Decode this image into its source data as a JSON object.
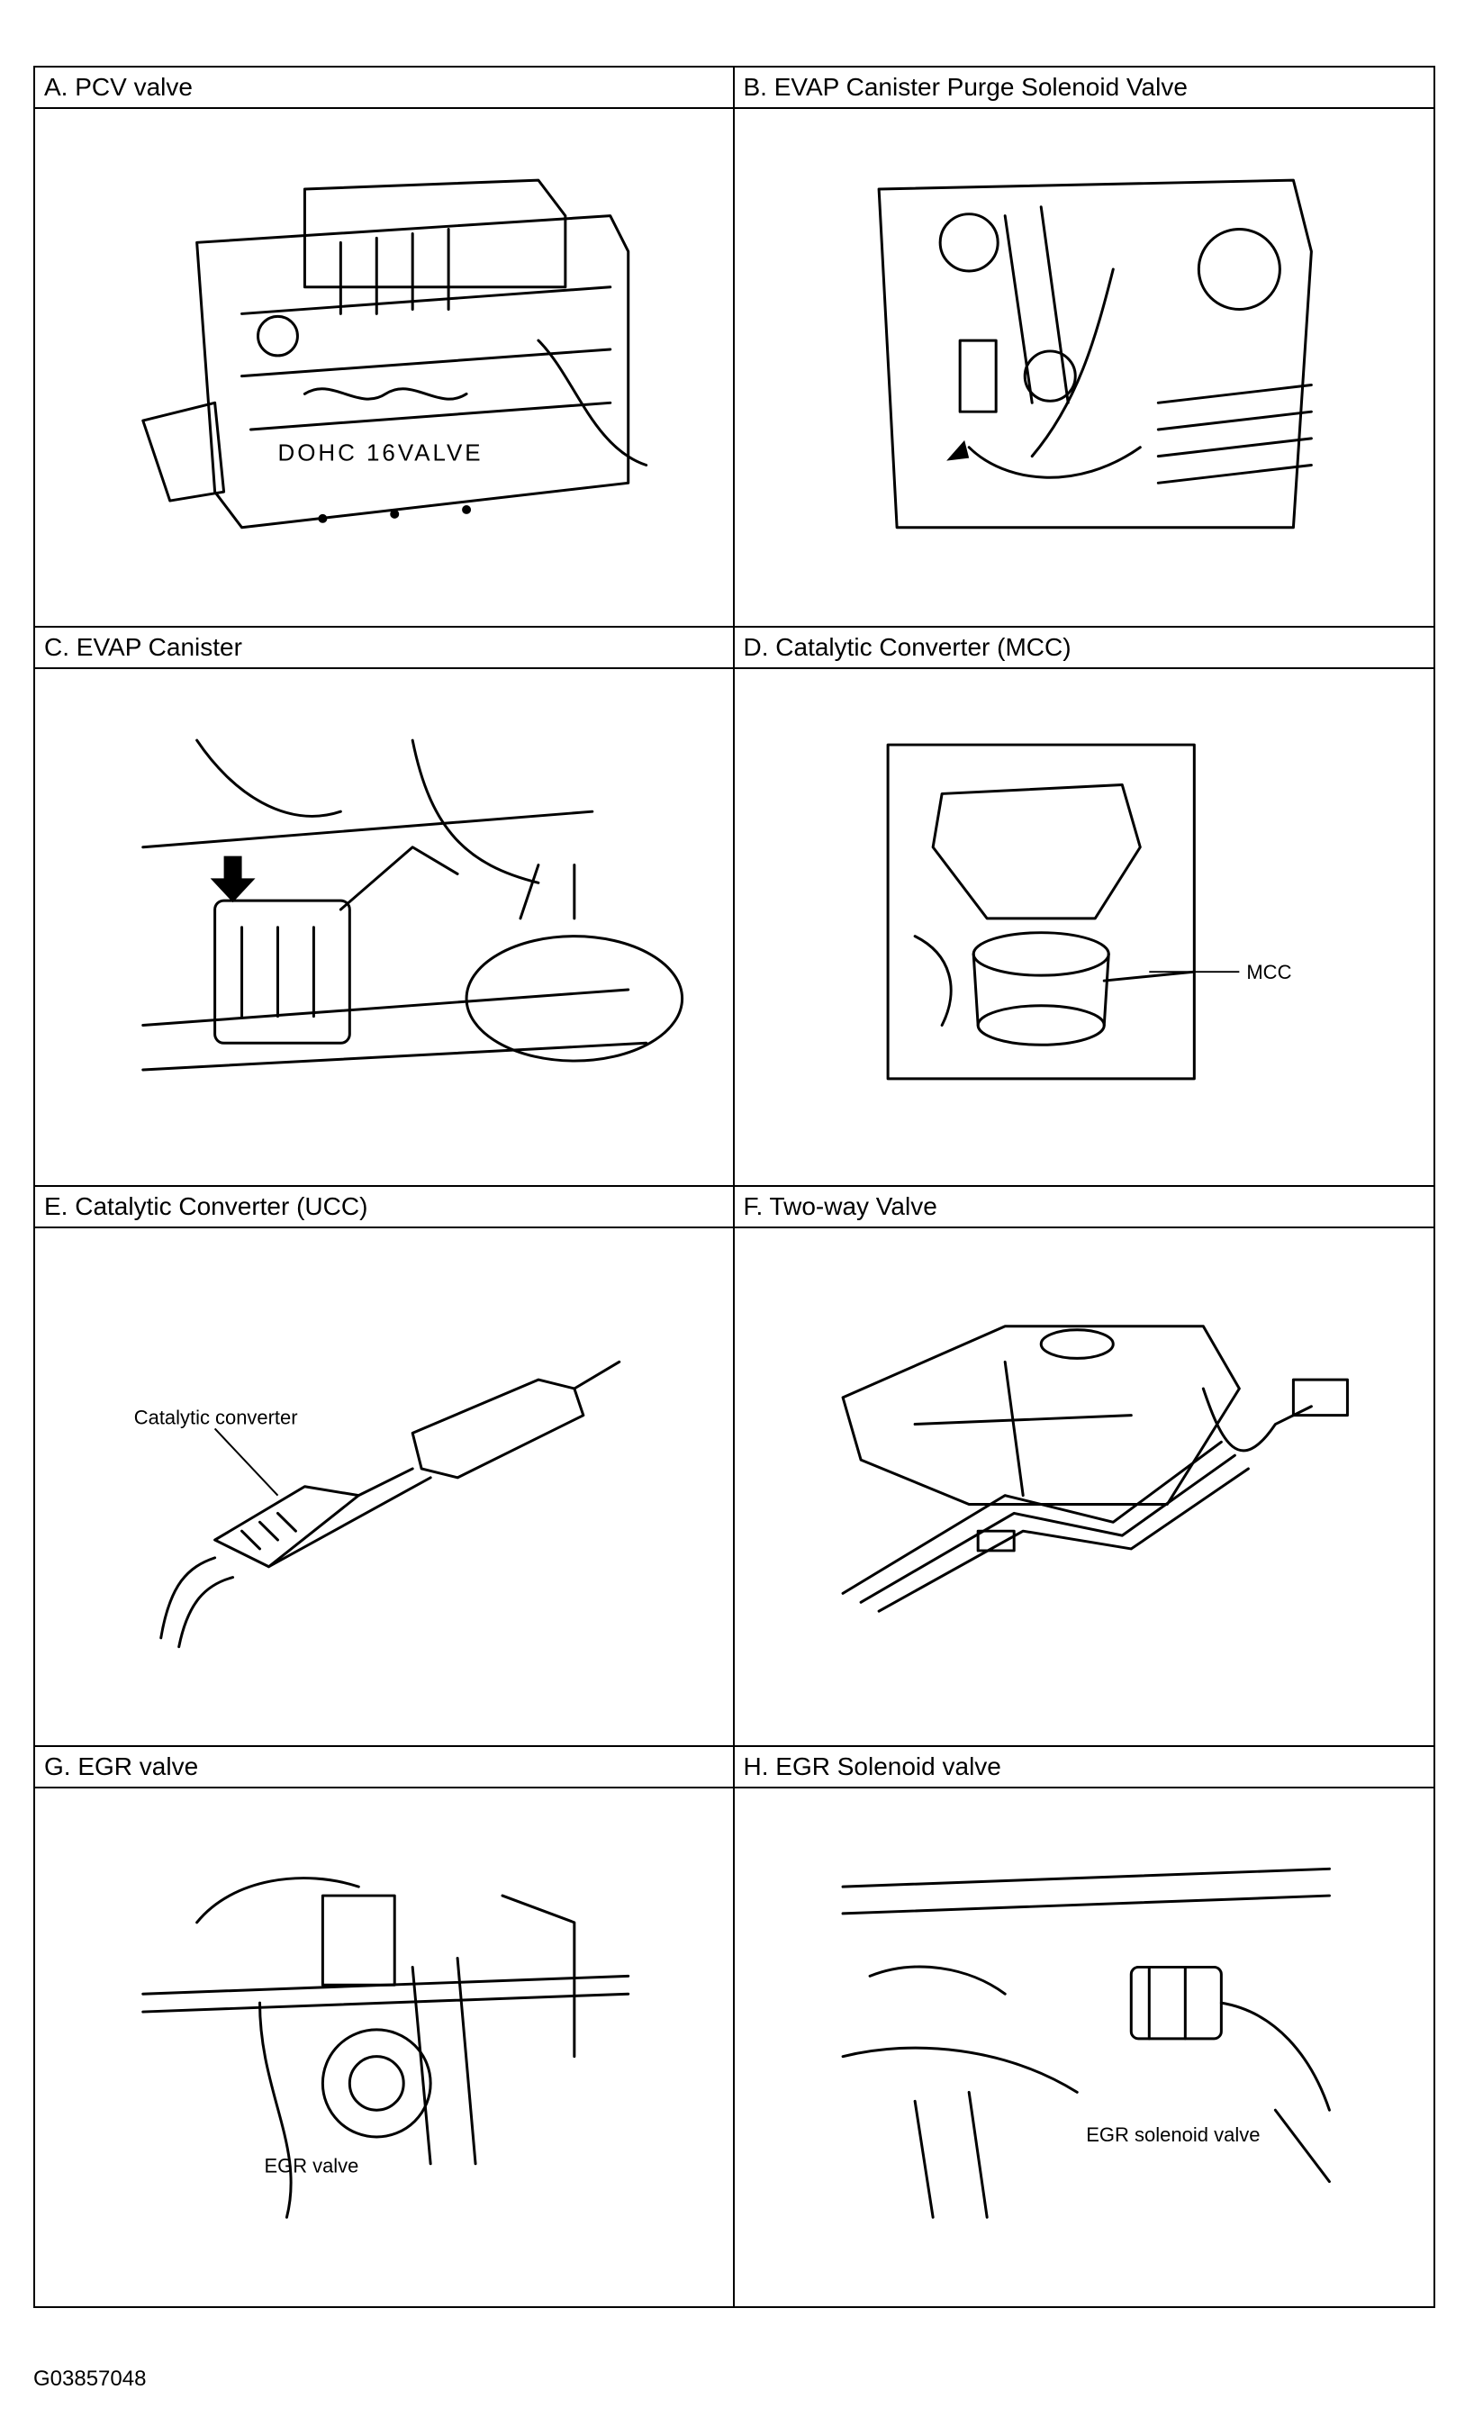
{
  "figure_code": "G03857048",
  "panels": [
    {
      "title": "A. PCV valve",
      "engine_text": "DOHC 16VALVE"
    },
    {
      "title": "B. EVAP Canister Purge Solenoid Valve"
    },
    {
      "title": "C. EVAP Canister"
    },
    {
      "title": "D. Catalytic Converter (MCC)",
      "callout": "MCC"
    },
    {
      "title": "E. Catalytic Converter (UCC)",
      "callout": "Catalytic converter"
    },
    {
      "title": "F. Two-way Valve"
    },
    {
      "title": "G. EGR valve",
      "callout": "EGR valve"
    },
    {
      "title": "H. EGR Solenoid valve",
      "callout": "EGR solenoid valve"
    }
  ]
}
